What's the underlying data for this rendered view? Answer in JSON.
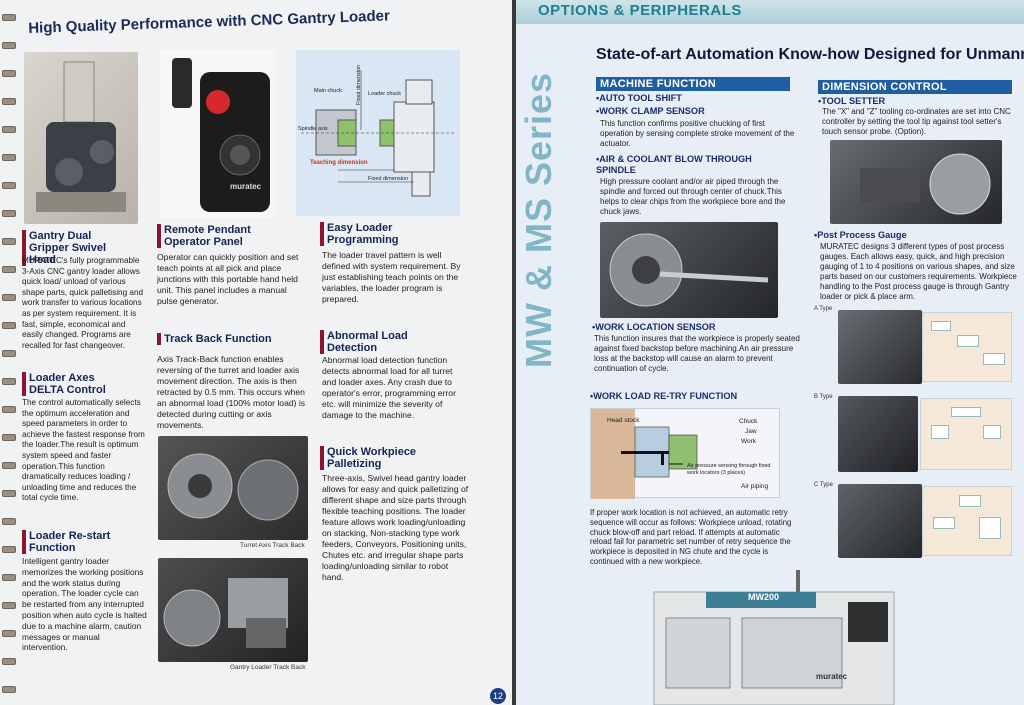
{
  "left": {
    "title": "High Quality Performance with CNC Gantry Loader",
    "sections": {
      "gantry": {
        "title": "Gantry Dual Gripper Swivel Head",
        "body": "MURATEC's fully programmable 3-Axis CNC gantry loader allows quick load/ unload of various shape parts, quick palletising and work transfer to various locations as per system requirement. It is fast, simple, economical and easily changed. Programs are recalled for fast changeover."
      },
      "delta": {
        "title": "Loader Axes DELTA Control",
        "body": "The control automatically selects the optimum acceleration and speed parameters in order to achieve the fastest response from the loader.The result is optimum system speed and faster operation.This function dramatically reduces loading / unloading time and reduces the total cycle time."
      },
      "restart": {
        "title": "Loader Re-start Function",
        "body": "Intelligent gantry loader memorizes the working positions and the work status during operation. The loader cycle can be restarted from any interrupted position when auto cycle is halted due to a machine alarm, caution messages or manual intervention."
      },
      "pendant": {
        "title": "Remote Pendant Operator Panel",
        "body": "Operator can quickly position and set teach points at all pick and place junctions with this portable hand held unit. This panel includes a manual pulse generator."
      },
      "trackback": {
        "title": "Track Back Function",
        "body": "Axis Track-Back function enables reversing of the turret and loader axis movement direction. The axis is then retracted by 0.5 mm. This occurs when an abnormal load (100% motor load) is detected during cutting or axis movements."
      },
      "easy": {
        "title": "Easy Loader Programming",
        "body": "The loader travel pattern is well defined with system requirement. By just establishing teach points on the variables, the loader program is prepared."
      },
      "abnormal": {
        "title": "Abnormal Load Detection",
        "body": "Abnormal load detection function detects abnormal load for all turret and loader axes. Any crash due to operator's error, programming error etc. will minimize the severity of damage to the machine."
      },
      "palletizing": {
        "title": "Quick Workpiece Palletizing",
        "body": "Three-axis, Swivel head gantry loader allows for easy and quick palletizing of different shape and size parts through flexible teaching positions. The loader feature allows work loading/unloading on stacking, Non-stacking type work feeders, Conveyors, Positioning units, Chutes etc. and irregular shape parts loading/unloading similar to robot hand."
      }
    },
    "captions": {
      "turret": "Turret Axis Track Back",
      "gantry": "Gantry Loader Track Back"
    },
    "diagram": {
      "main_chuck": "Main chuck",
      "loader_chuck": "Loader chuck",
      "spindle_axis": "Spindle axis",
      "fixed_dimension_v": "Fixed dimension",
      "teaching_dimension": "Teaching dimension",
      "fixed_dimension": "Fixed dimension"
    },
    "pendant_brand": "muratec",
    "page_number": "12"
  },
  "right": {
    "banner": "OPTIONS & PERIPHERALS",
    "series": "MW & MS Series",
    "title": "State-of-art Automation Know-how Designed for Unmann",
    "machine_function": {
      "header": "MACHINE FUNCTION",
      "auto_tool_shift": "•AUTO TOOL SHIFT",
      "work_clamp": "•WORK CLAMP SENSOR",
      "work_clamp_body": "This function confirms positive chucking of first operation by sensing complete stroke movement of the actuator.",
      "air_coolant": "•AIR & COOLANT BLOW THROUGH SPINDLE",
      "air_coolant_body": "High pressure coolant and/or air piped through the spindle and forced out through center of chuck.This helps to clear chips from the workpiece bore and the chuck jaws.",
      "work_location": "•WORK LOCATION SENSOR",
      "work_location_body": "This function insures that the workpiece is properly seated against fixed backstop before machining.An air pressure loss at the backstop will cause an alarm to prevent continuation of cycle.",
      "work_load_retry": "•WORK LOAD RE-TRY FUNCTION",
      "retry_body": "If proper work location is not achieved, an automatic retry sequence will occur as follows: Workpiece unload, rotating chuck blow-off and part reload. If attempts at automatic reload fail for parametric set number of retry sequence the workpiece is deposited in NG chute and the cycle is continued with a new workpiece."
    },
    "diagram": {
      "head_stock": "Head stock",
      "chuck": "Chuck",
      "jaw": "Jaw",
      "work": "Work",
      "air_sense": "Air pressure sensing through fixed work locators (3 places)",
      "air_piping": "Air piping"
    },
    "dimension_control": {
      "header": "DIMENSION CONTROL",
      "tool_setter": "•TOOL SETTER",
      "tool_setter_body": "The \"X\" and \"Z\" tooling co-ordinates are set into CNC controller by setting the tool tip against tool setter's touch sensor probe. (Option).",
      "post_process": "•Post Process Gauge",
      "post_process_body": "MURATEC designs 3 different types of post process gauges. Each allows easy, quick, and high precision gauging of 1 to 4 positions on various shapes, and size parts based on our customers requirements. Workpiece handling to the Post process gauge is through Gantry loader or pick & place arm."
    },
    "types": {
      "a": "A Type",
      "b": "B Type",
      "c": "C Type"
    },
    "machine_model": "MW200",
    "machine_brand": "muratec"
  }
}
